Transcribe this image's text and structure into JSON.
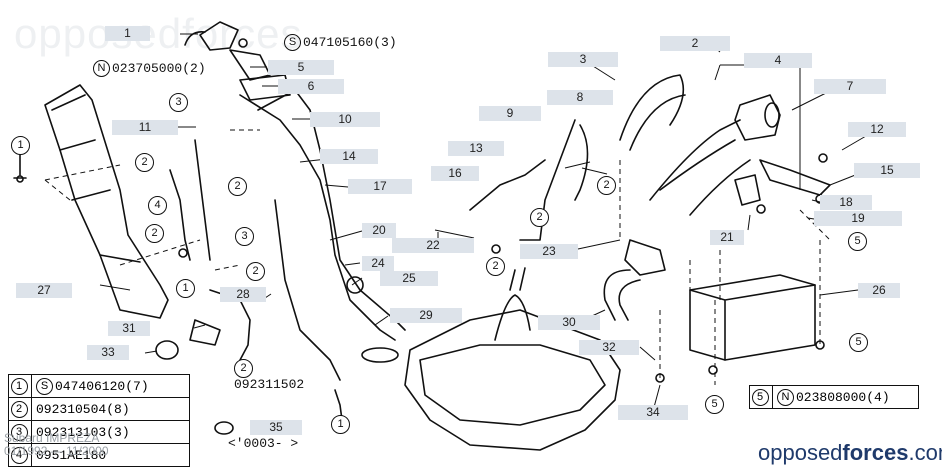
{
  "watermark_top": "opposedforces",
  "watermark_bottom": {
    "pre": "opposed",
    "bold": "forces",
    "post": ".com"
  },
  "model_info": {
    "name": "Subaru IMPREZA",
    "years": "01/1992 — 11/2000"
  },
  "part_labels": [
    "1",
    "2",
    "3",
    "4",
    "5",
    "6",
    "7",
    "8",
    "9",
    "10",
    "11",
    "12",
    "13",
    "14",
    "15",
    "16",
    "17",
    "18",
    "19",
    "20",
    "21",
    "22",
    "23",
    "24",
    "25",
    "26",
    "27",
    "28",
    "29",
    "30",
    "31",
    "32",
    "33",
    "34",
    "35"
  ],
  "codes": {
    "s_047105160": "047105160(3)",
    "n_023705000": "023705000(2)",
    "p_092311502": "092311502",
    "date_range": "<'0003-   >"
  },
  "legend": [
    {
      "key": "1",
      "prefix": "S",
      "value": "047406120(7)"
    },
    {
      "key": "2",
      "prefix": "",
      "value": "092310504(8)"
    },
    {
      "key": "3",
      "prefix": "",
      "value": "092313103(3)"
    },
    {
      "key": "4",
      "prefix": "",
      "value": "0951AE180"
    }
  ],
  "legend5": {
    "key": "5",
    "prefix": "N",
    "value": "023808000(4)"
  },
  "colors": {
    "label_fill": "#dde3ea",
    "ink": "#111111",
    "brand": "#1f3a6b"
  }
}
